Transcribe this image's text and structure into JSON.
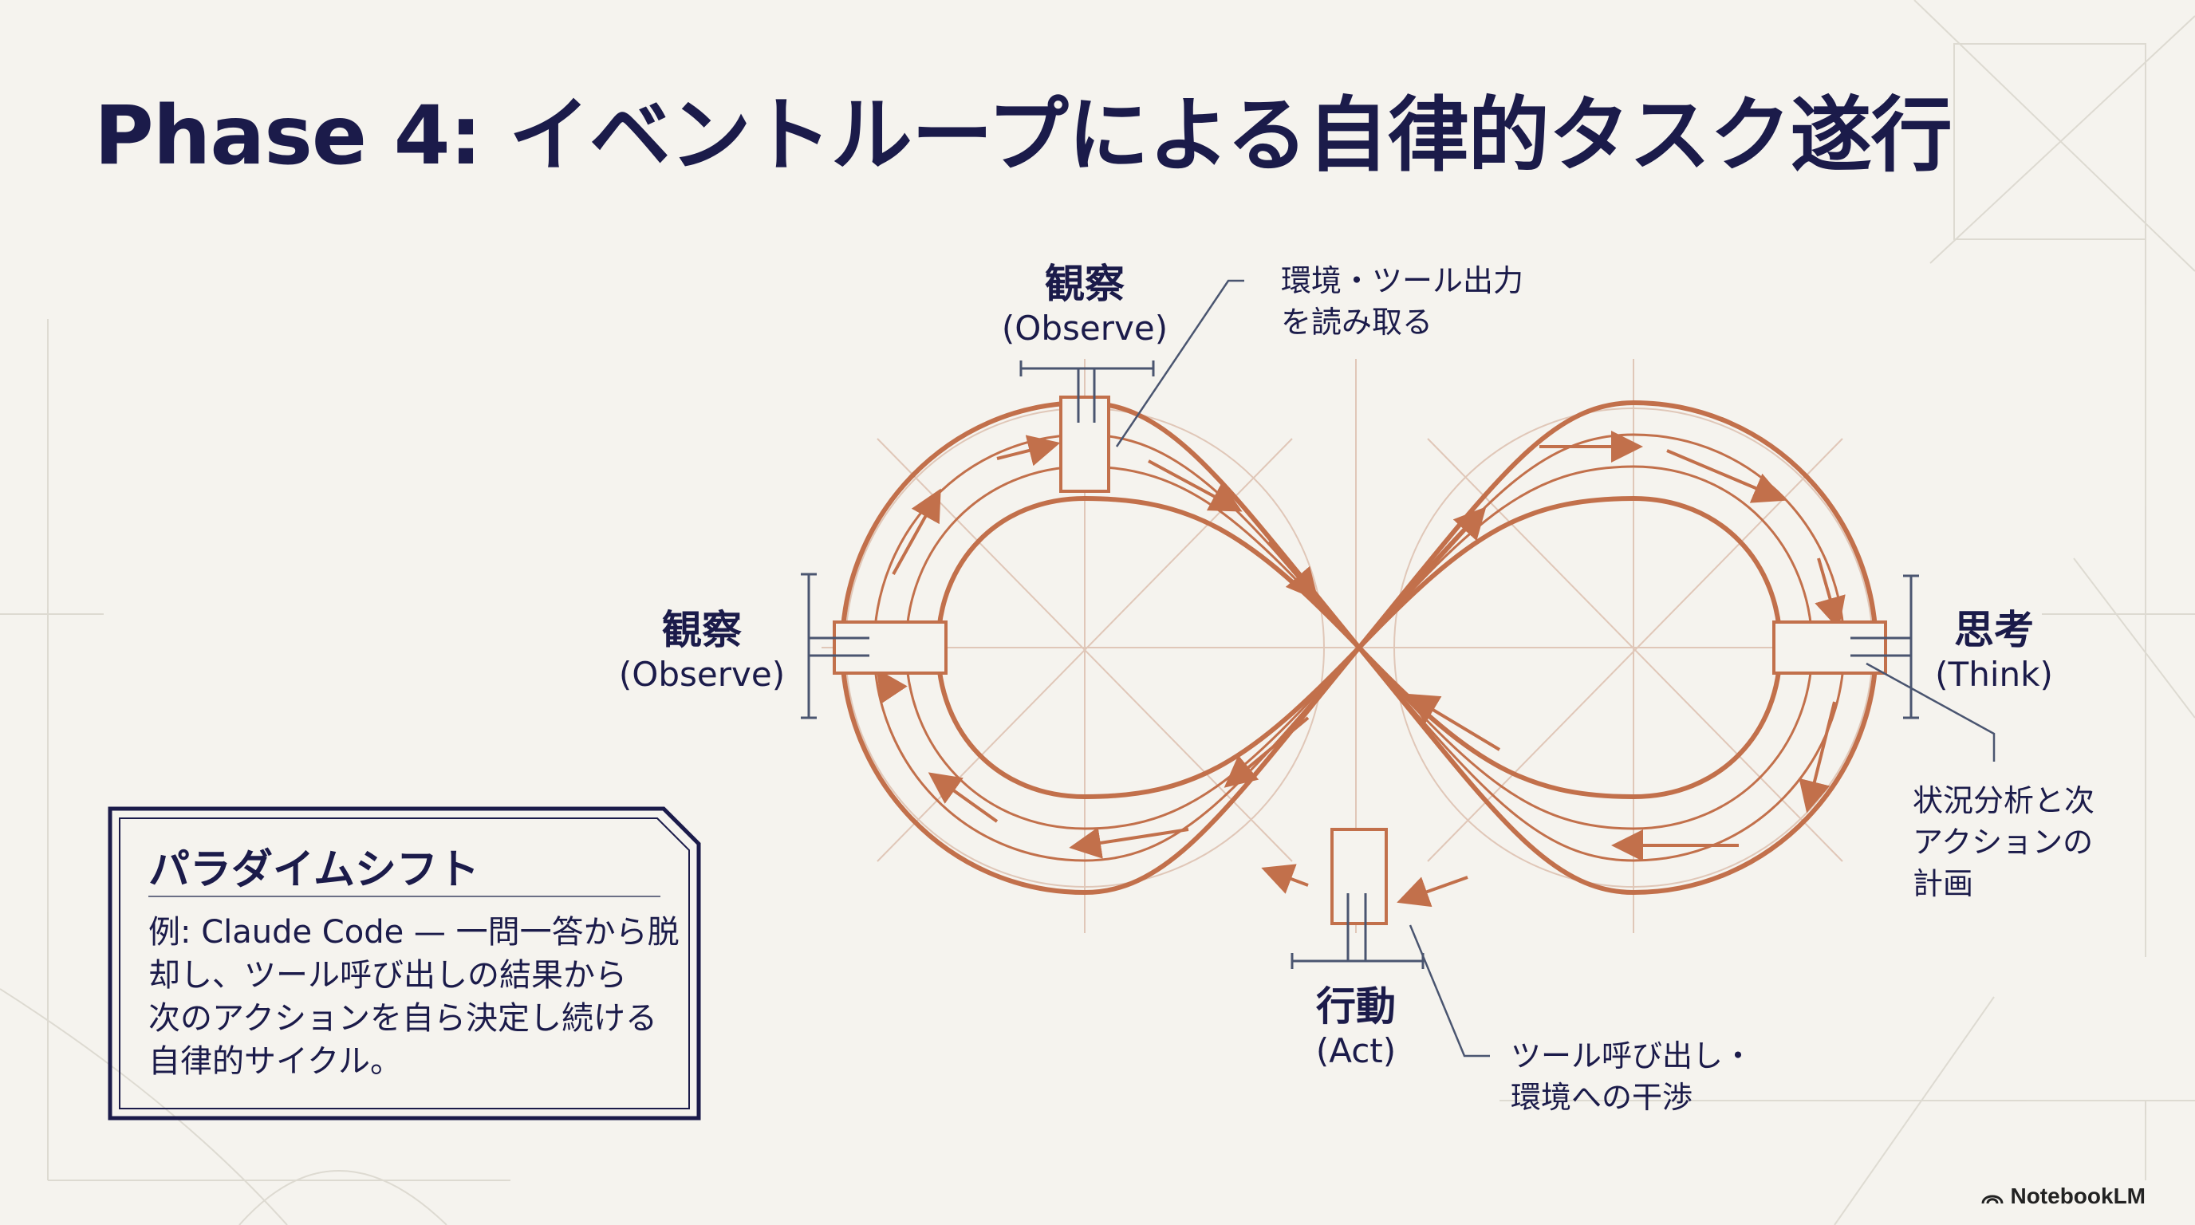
{
  "title": "Phase 4: イベントループによる自律的タスク遂行",
  "colors": {
    "loop": "#c2704b",
    "navy": "#1b1b4a",
    "background": "#f5f3ee"
  },
  "nodes": {
    "observe_top": {
      "jp": "観察",
      "en": "(Observe)"
    },
    "observe_left": {
      "jp": "観察",
      "en": "(Observe)"
    },
    "think": {
      "jp": "思考",
      "en": "(Think)"
    },
    "act": {
      "jp": "行動",
      "en": "(Act)"
    }
  },
  "annotations": {
    "observe": [
      "環境・ツール出力",
      "を読み取る"
    ],
    "think": [
      "状況分析と次",
      "アクションの",
      "計画"
    ],
    "act": [
      "ツール呼び出し・",
      "環境への干渉"
    ]
  },
  "card": {
    "heading": "パラダイムシフト",
    "body": [
      "例: Claude Code — 一問一答から脱",
      "却し、ツール呼び出しの結果から",
      "次のアクションを自ら決定し続ける",
      "自律的サイクル。"
    ]
  },
  "brand": {
    "name": "NotebookLM",
    "icon": "notebooklm-logo-icon"
  }
}
